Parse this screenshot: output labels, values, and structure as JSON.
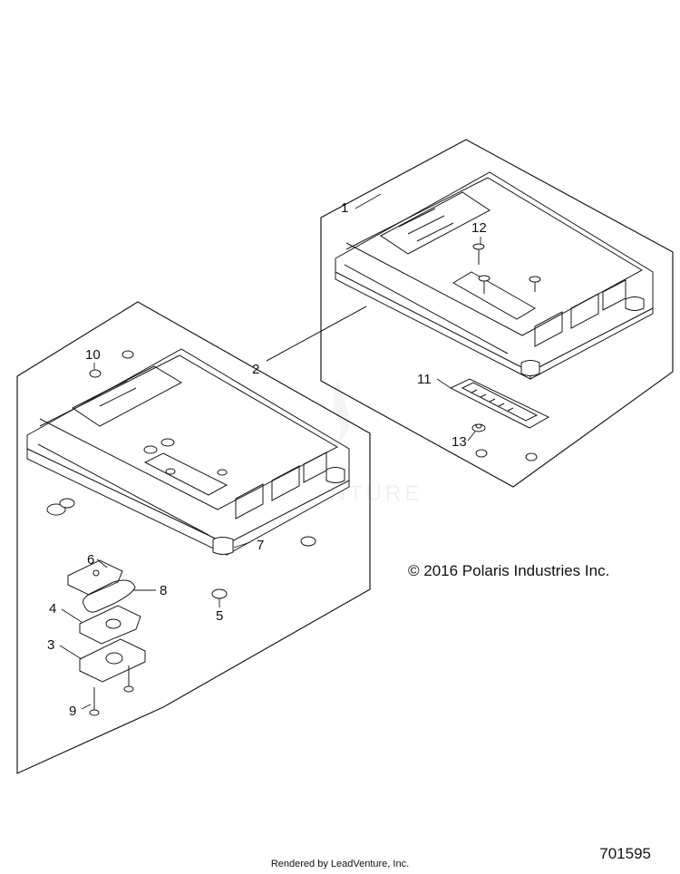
{
  "callouts": {
    "c1": "1",
    "c2": "2",
    "c3": "3",
    "c4": "4",
    "c5": "5",
    "c6": "6",
    "c7": "7",
    "c8": "8",
    "c9": "9",
    "c10": "10",
    "c11": "11",
    "c12": "12",
    "c13": "13"
  },
  "copyright": "© 2016 Polaris Industries Inc.",
  "footer": "Rendered by LeadVenture, Inc.",
  "figure_number": "701595",
  "watermark": "LEADVENTURE",
  "colors": {
    "line": "#1a1a1a",
    "fill": "#ffffff",
    "watermark": "#e6e6e6"
  }
}
